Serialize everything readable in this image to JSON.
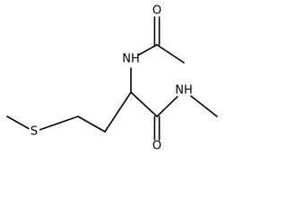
{
  "structure": {
    "atoms": [
      {
        "id": "c_methyl_s",
        "element": "C",
        "label": ""
      },
      {
        "id": "s1",
        "element": "S",
        "label": "S"
      },
      {
        "id": "c_gamma",
        "element": "C",
        "label": ""
      },
      {
        "id": "c_beta",
        "element": "C",
        "label": ""
      },
      {
        "id": "c_alpha",
        "element": "C",
        "label": ""
      },
      {
        "id": "n_acetyl",
        "element": "N",
        "label": "NH"
      },
      {
        "id": "c_acetyl",
        "element": "C",
        "label": ""
      },
      {
        "id": "o_acetyl",
        "element": "O",
        "label": "O"
      },
      {
        "id": "c_acetyl_methyl",
        "element": "C",
        "label": ""
      },
      {
        "id": "c_amide",
        "element": "C",
        "label": ""
      },
      {
        "id": "o_amide",
        "element": "O",
        "label": "O"
      },
      {
        "id": "n_amide",
        "element": "N",
        "label": "NH"
      },
      {
        "id": "c_n_methyl",
        "element": "C",
        "label": ""
      }
    ],
    "bonds": [
      {
        "id": "b1",
        "from": "c_methyl_s",
        "to": "s1",
        "order": 1
      },
      {
        "id": "b2",
        "from": "s1",
        "to": "c_gamma",
        "order": 1
      },
      {
        "id": "b3",
        "from": "c_gamma",
        "to": "c_beta",
        "order": 1
      },
      {
        "id": "b4",
        "from": "c_beta",
        "to": "c_alpha",
        "order": 1
      },
      {
        "id": "b5",
        "from": "c_alpha",
        "to": "n_acetyl",
        "order": 1
      },
      {
        "id": "b6",
        "from": "n_acetyl",
        "to": "c_acetyl",
        "order": 1
      },
      {
        "id": "b7",
        "from": "c_acetyl",
        "to": "o_acetyl",
        "order": 2
      },
      {
        "id": "b8",
        "from": "c_acetyl",
        "to": "c_acetyl_methyl",
        "order": 1
      },
      {
        "id": "b9",
        "from": "c_alpha",
        "to": "c_amide",
        "order": 1
      },
      {
        "id": "b10",
        "from": "c_amide",
        "to": "o_amide",
        "order": 2
      },
      {
        "id": "b11",
        "from": "c_amide",
        "to": "n_amide",
        "order": 1
      },
      {
        "id": "b12",
        "from": "n_amide",
        "to": "c_n_methyl",
        "order": 1
      }
    ]
  }
}
